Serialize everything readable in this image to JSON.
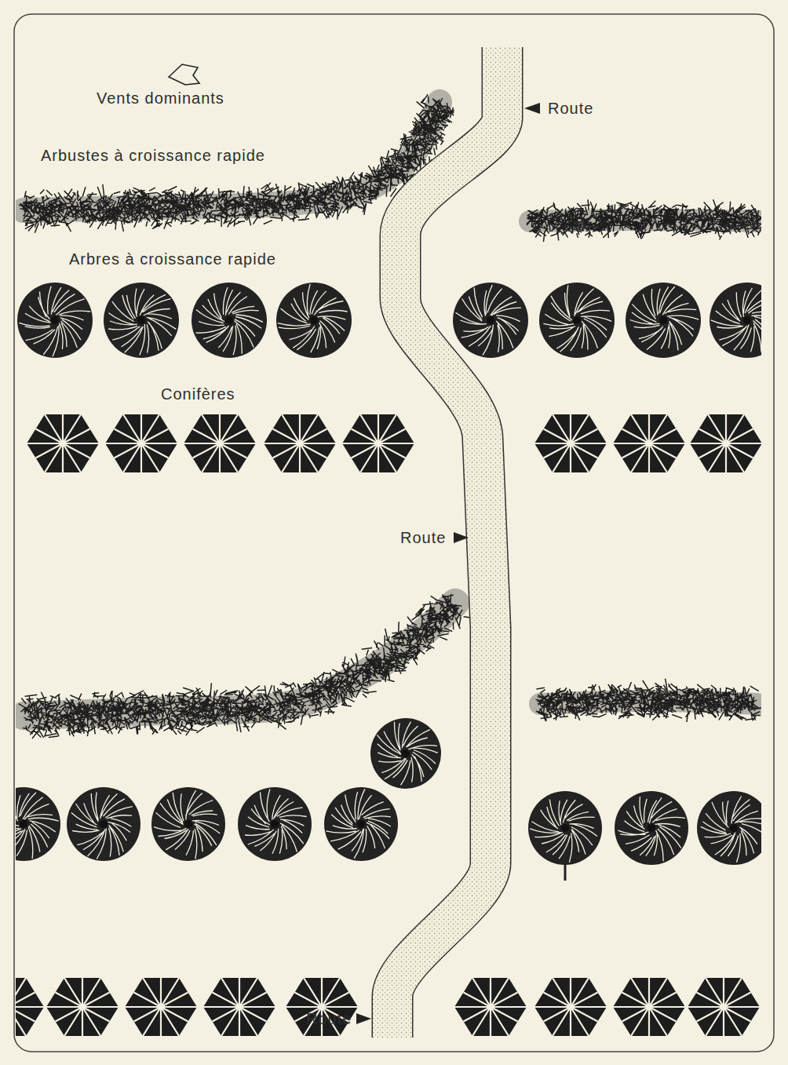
{
  "diagram": {
    "labels": [
      "Vents dominants",
      "Route",
      "Arbustes à croissance rapide",
      "Arbres à croissance rapide",
      "Conifères",
      "Route",
      "Route"
    ]
  }
}
